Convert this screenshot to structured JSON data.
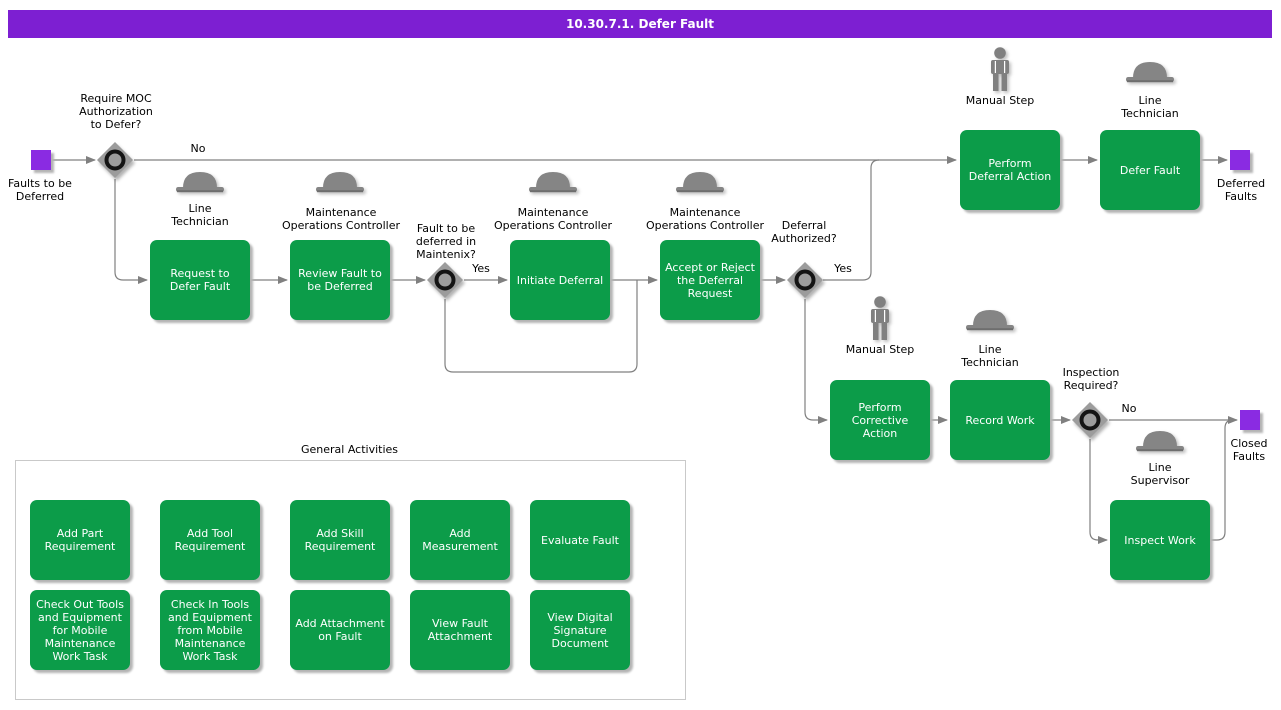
{
  "title": "10.30.7.1. Defer Fault",
  "colors": {
    "header": "#7D1FD2",
    "task_green": "#0C9C49",
    "event_purple": "#8A2BE2",
    "connector_gray": "#808080"
  },
  "events": {
    "start": "Faults to be\nDeferred",
    "end_deferred": "Deferred\nFaults",
    "end_closed": "Closed\nFaults"
  },
  "decisions": {
    "require_moc": "Require MOC\nAuthorization\nto Defer?",
    "fault_in_maintenix": "Fault to be\ndeferred in\nMaintenix?",
    "deferral_authorized": "Deferral\nAuthorized?",
    "inspection_required": "Inspection\nRequired?"
  },
  "branches": {
    "moc_no": "No",
    "maintenix_yes": "Yes",
    "authorized_yes": "Yes",
    "inspection_no": "No"
  },
  "roles": {
    "line_technician_request": "Line\nTechnician",
    "moc_review": "Maintenance\nOperations Controller",
    "moc_initiate": "Maintenance\nOperations Controller",
    "moc_accept": "Maintenance\nOperations Controller",
    "manual_step_deferral": "Manual Step",
    "line_technician_defer": "Line\nTechnician",
    "manual_step_corrective": "Manual Step",
    "line_technician_record": "Line\nTechnician",
    "line_supervisor": "Line\nSupervisor"
  },
  "tasks": {
    "request_defer": "Request to\nDefer Fault",
    "review_fault": "Review Fault to\nbe Deferred",
    "initiate_deferral": "Initiate Deferral",
    "accept_reject": "Accept or Reject\nthe Deferral\nRequest",
    "perform_deferral": "Perform\nDeferral Action",
    "defer_fault": "Defer Fault",
    "perform_corrective": "Perform\nCorrective\nAction",
    "record_work": "Record Work",
    "inspect_work": "Inspect Work"
  },
  "general": {
    "label": "General Activities",
    "items": [
      "Add Part\nRequirement",
      "Add Tool\nRequirement",
      "Add Skill\nRequirement",
      "Add\nMeasurement",
      "Evaluate Fault",
      "Check Out Tools\nand Equipment\nfor Mobile\nMaintenance\nWork Task",
      "Check In Tools\nand Equipment\nfrom Mobile\nMaintenance\nWork Task",
      "Add Attachment\non Fault",
      "View Fault\nAttachment",
      "View Digital\nSignature\nDocument"
    ]
  }
}
